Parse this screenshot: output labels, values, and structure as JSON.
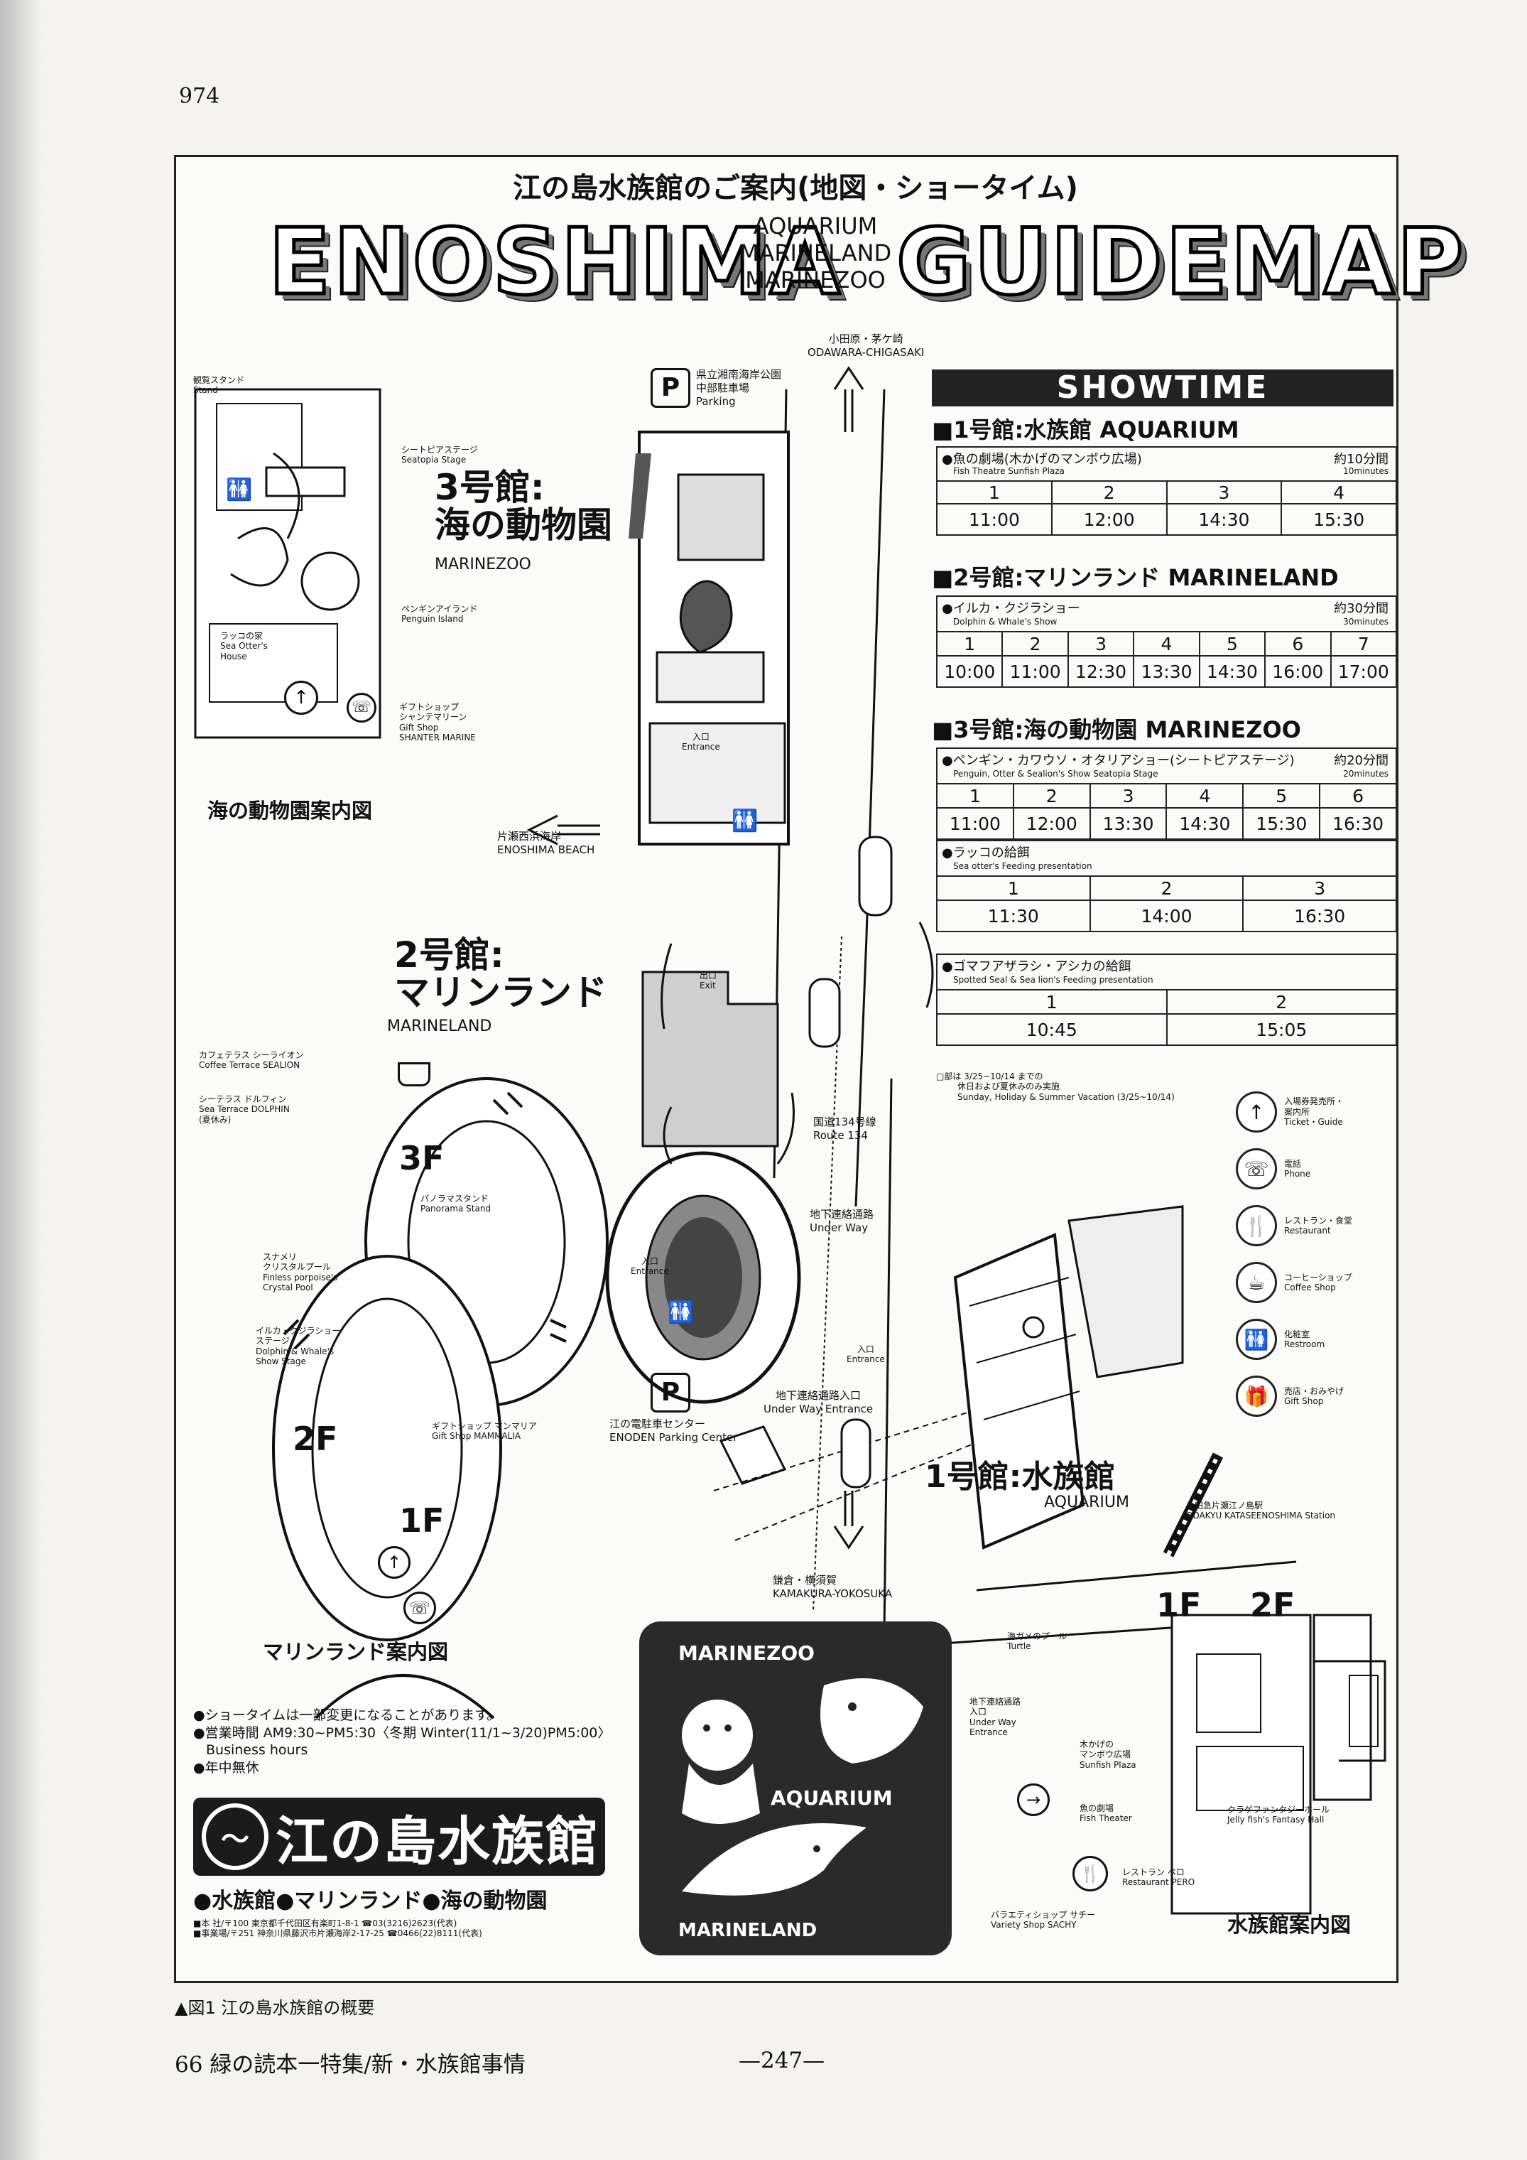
{
  "page_number_top": "974",
  "subtitle_jp": "江の島水族館のご案内(地図・ショータイム)",
  "title_left": "ENOSHIMA",
  "title_right": "GUIDEMAP",
  "title_middle": [
    "AQUARIUM",
    "MARINELAND",
    "MARINEZOO"
  ],
  "roads": {
    "north": "小田原・茅ケ崎",
    "north_en": "ODAWARA-CHIGASAKI",
    "south": "鎌倉・横須賀",
    "south_en": "KAMAKURA-YOKOSUKA",
    "route": "国道134号線",
    "route_en": "Route 134",
    "beach": "片瀬西浜海岸",
    "beach_en": "ENOSHIMA BEACH"
  },
  "parking": {
    "top_jp1": "県立湘南海岸公園",
    "top_jp2": "中部駐車場",
    "top_en": "Parking",
    "bottom_jp": "江の電駐車センター",
    "bottom_en": "ENODEN Parking Center",
    "symbol": "P"
  },
  "zoo": {
    "name_num": "3号館:",
    "name_jp": "海の動物園",
    "name_en": "MARINEZOO",
    "map_title": "海の動物園案内図",
    "stand_jp": "観覧スタンド",
    "stand_en": "Stand",
    "stage_jp": "シートピアステージ",
    "stage_en": "Seatopia Stage",
    "penguin_jp": "ペンギンアイランド",
    "penguin_en": "Penguin Island",
    "otter_jp": "ラッコの家",
    "otter_en1": "Sea Otter's",
    "otter_en2": "House",
    "shop_jp1": "ギフトショップ",
    "shop_jp2": "シャンテマリーン",
    "shop_en1": "Gift Shop",
    "shop_en2": "SHANTER MARINE"
  },
  "marineland": {
    "name_num": "2号館:",
    "name_jp": "マリンランド",
    "name_en": "MARINELAND",
    "map_title": "マリンランド案内図",
    "cafe_jp": "カフェテラス シーライオン",
    "cafe_en": "Coffee Terrace SEALION",
    "dolphin_jp": "シーテラス ドルフィン",
    "dolphin_en": "Sea Terrace DOLPHIN",
    "dolphin_note": "(夏休み)",
    "panorama_jp": "パノラマスタンド",
    "panorama_en": "Panorama Stand",
    "pool_jp1": "スナメリ",
    "pool_jp2": "クリスタルプール",
    "pool_en1": "Finless porpoise's",
    "pool_en2": "Crystal Pool",
    "show_jp1": "イルカ・クジラショー",
    "show_jp2": "ステージ",
    "show_en1": "Dolphin & Whale's",
    "show_en2": "Show Stage",
    "shop_jp": "ギフトショップ マンマリア",
    "shop_en": "Gift Shop MAMMALIA",
    "floor3": "3F",
    "floor2": "2F",
    "floor1": "1F"
  },
  "aquarium": {
    "name_jp": "1号館:水族館",
    "name_en": "AQUARIUM",
    "station_jp": "小田急片瀬江ノ島駅",
    "station_en": "ODAKYU KATASEENOSHIMA Station",
    "map_title": "水族館案内図",
    "floor1": "1F",
    "floor2": "2F",
    "turtle_jp": "海ガメのプール",
    "turtle_en": "Turtle",
    "underway_jp1": "地下連絡通路",
    "underway_jp2": "入口",
    "underway_en1": "Under Way",
    "underway_en2": "Entrance",
    "sunfish_jp1": "木かげの",
    "sunfish_jp2": "マンボウ広場",
    "sunfish_en": "Sunfish Plaza",
    "theater_jp": "魚の劇場",
    "theater_en": "Fish Theater",
    "rest_jp": "レストラン ペロ",
    "rest_en": "Restaurant PERO",
    "variety_jp": "バラエティショップ サチー",
    "variety_en": "Variety Shop SACHY",
    "jelly_jp": "クラゲファンタジーホール",
    "jelly_en": "Jelly fish's Fantasy Hall"
  },
  "map_labels": {
    "entrance_jp": "入口",
    "entrance_en": "Entrance",
    "exit_jp": "出口",
    "exit_en": "Exit",
    "underway_jp": "地下連絡通路",
    "underway_en": "Under Way",
    "underway_entrance_jp": "地下連絡通路入口",
    "underway_entrance_en": "Under Way Entrance"
  },
  "showtime": {
    "header": "SHOWTIME",
    "sections": [
      {
        "title": "■1号館:水族館 AQUARIUM",
        "show_jp": "●魚の劇場(木かげのマンボウ広場)",
        "show_en": "Fish Theatre        Sunfish Plaza",
        "duration_jp": "約10分間",
        "duration_en": "10minutes",
        "numbers": [
          "1",
          "2",
          "3",
          "4"
        ],
        "times": [
          "11:00",
          "12:00",
          "14:30",
          "15:30"
        ]
      },
      {
        "title": "■2号館:マリンランド MARINELAND",
        "show_jp": "●イルカ・クジラショー",
        "show_en": "Dolphin & Whale's Show",
        "duration_jp": "約30分間",
        "duration_en": "30minutes",
        "numbers": [
          "1",
          "2",
          "3",
          "4",
          "5",
          "6",
          "7"
        ],
        "times": [
          "10:00",
          "11:00",
          "12:30",
          "13:30",
          "14:30",
          "16:00",
          "17:00"
        ]
      },
      {
        "title": "■3号館:海の動物園 MARINEZOO",
        "show_jp": "●ペンギン・カワウソ・オタリアショー(シートピアステージ)",
        "show_en": "Penguin, Otter & Sealion's Show      Seatopia Stage",
        "duration_jp": "約20分間",
        "duration_en": "20minutes",
        "numbers": [
          "1",
          "2",
          "3",
          "4",
          "5",
          "6"
        ],
        "times": [
          "11:00",
          "12:00",
          "13:30",
          "14:30",
          "15:30",
          "16:30"
        ],
        "extra": [
          {
            "show_jp": "●ラッコの給餌",
            "show_en": "Sea otter's Feeding presentation",
            "numbers": [
              "1",
              "2",
              "3"
            ],
            "times": [
              "11:30",
              "14:00",
              "16:30"
            ]
          },
          {
            "show_jp": "●ゴマフアザラシ・アシカの給餌",
            "show_en": "Spotted Seal & Sea lion's Feeding presentation",
            "numbers": [
              "1",
              "2"
            ],
            "times": [
              "10:45",
              "15:05"
            ]
          }
        ]
      }
    ],
    "note_jp1": "□部は 3/25~10/14 までの",
    "note_jp2": "休日および夏休みのみ実施",
    "note_en": "Sunday, Holiday & Summer Vacation (3/25~10/14)"
  },
  "legend": [
    {
      "icon": "↑",
      "jp1": "入場券発売所・",
      "jp2": "案内所",
      "en": "Ticket・Guide",
      "name": "ticket"
    },
    {
      "icon": "☏",
      "jp1": "電話",
      "jp2": "",
      "en": "Phone",
      "name": "phone"
    },
    {
      "icon": "🍴",
      "jp1": "レストラン・食堂",
      "jp2": "",
      "en": "Restaurant",
      "name": "restaurant"
    },
    {
      "icon": "☕",
      "jp1": "コーヒーショップ",
      "jp2": "",
      "en": "Coffee Shop",
      "name": "coffee"
    },
    {
      "icon": "🚻",
      "jp1": "化粧室",
      "jp2": "",
      "en": "Restroom",
      "name": "restroom"
    },
    {
      "icon": "🎁",
      "jp1": "売店・おみやげ",
      "jp2": "",
      "en": "Gift Shop",
      "name": "gift"
    }
  ],
  "info": {
    "line1": "●ショータイムは一部変更になることがあります。",
    "line2": "●営業時間 AM9:30~PM5:30〈冬期 Winter(11/1~3/20)PM5:00〉",
    "line3": "Business hours",
    "line4": "●年中無休"
  },
  "logo": {
    "text": "江の島水族館",
    "sub": "●水族館●マリンランド●海の動物園",
    "addr1": "■本 社/〒100 東京都千代田区有楽町1-8-1 ☎03(3216)2623(代表)",
    "addr2": "■事業場/〒251 神奈川県藤沢市片瀬海岸2-17-25 ☎0466(22)8111(代表)"
  },
  "poster": {
    "top": "MARINEZOO",
    "middle": "AQUARIUM",
    "bottom": "MARINELAND"
  },
  "caption": "▲図1 江の島水族館の概要",
  "footer_left": "66 緑の読本一特集/新・水族館事情",
  "footer_center": "—247—"
}
